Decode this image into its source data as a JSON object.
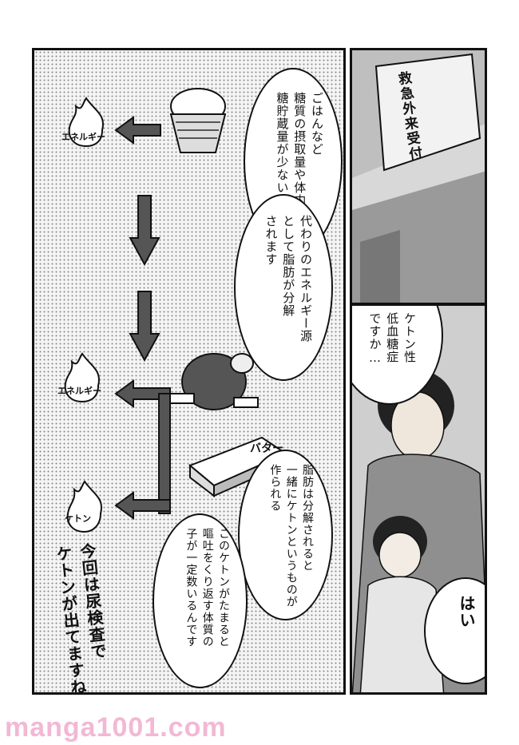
{
  "left_panel": {
    "bubble1_lines": [
      "ごはんなど",
      "糖質の摂取量や体内の",
      "糖貯蔵量が少ないと"
    ],
    "bubble2_lines": [
      "代わりのエネルギー源",
      "として脂肪が分解",
      "されます"
    ],
    "bubble3_lines": [
      "脂肪は分解されると",
      "一緒にケトンというものが",
      "作られる"
    ],
    "bubble4_lines": [
      "このケトンがたまると",
      "嘔吐をくり返す体質の",
      "子が一定数いるんです"
    ],
    "fire_labels": [
      "エネルギー",
      "エネルギー",
      "ケトン"
    ],
    "butter_label": "バター",
    "caption": [
      "今回は尿検査で",
      "ケトンが出てますね"
    ]
  },
  "right_top_panel": {
    "sign_text": "救急外来受付"
  },
  "right_bottom_panel": {
    "bubble_lines": [
      "ケトン性",
      "低血糖症",
      "ですか…"
    ],
    "reply": "はい"
  },
  "watermark": "manga1001.com"
}
